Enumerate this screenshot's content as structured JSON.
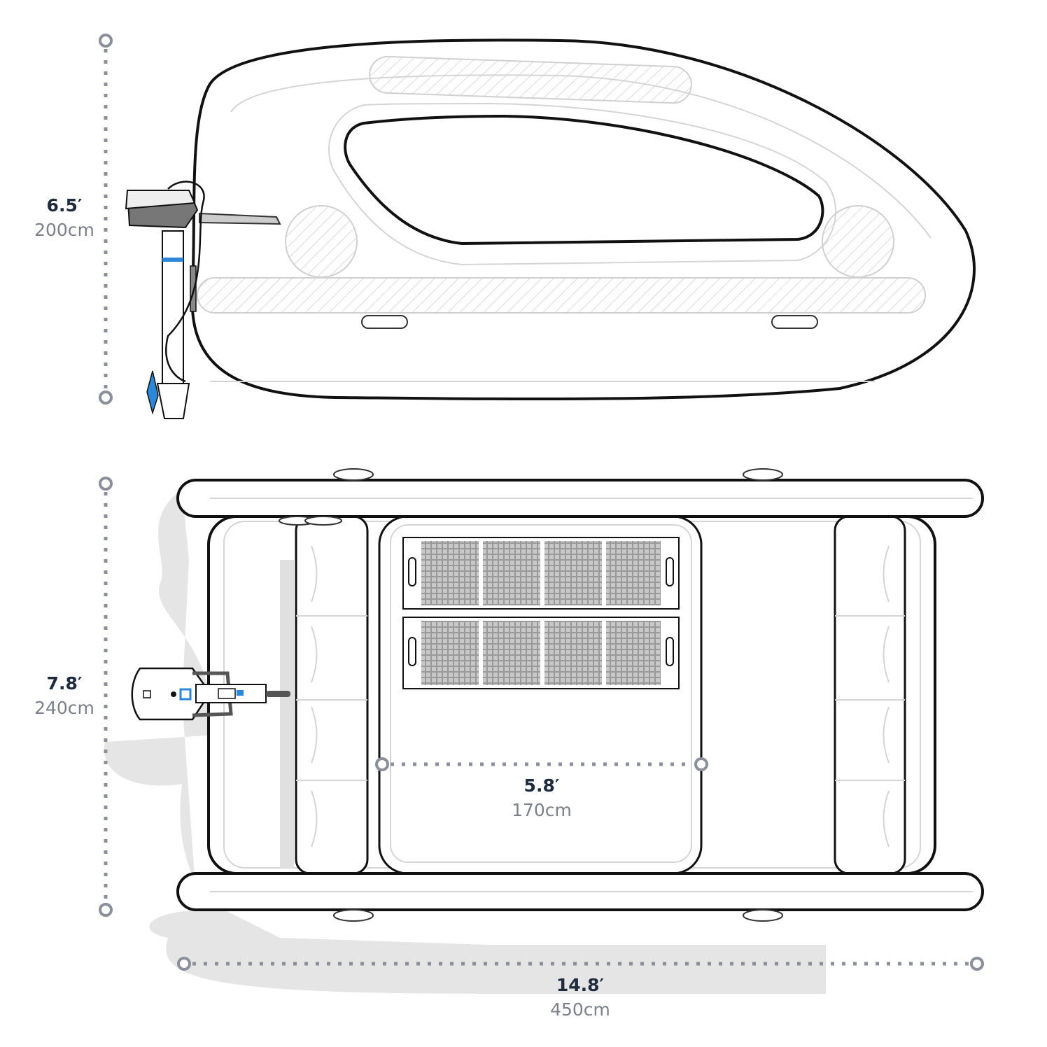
{
  "colors": {
    "outline": "#111111",
    "light_line": "#cccccc",
    "dimension": "#8a8f99",
    "shadow": "#e3e3e3",
    "accent": "#2d87d8",
    "label_dark": "#1f2b3d",
    "label_gray": "#7b8089"
  },
  "dimensions": {
    "side_height": {
      "feet": "6.5′",
      "cm": "200cm"
    },
    "top_width": {
      "feet": "7.8′",
      "cm": "240cm"
    },
    "deck_width": {
      "feet": "5.8′",
      "cm": "170cm"
    },
    "length": {
      "feet": "14.8′",
      "cm": "450cm"
    }
  }
}
